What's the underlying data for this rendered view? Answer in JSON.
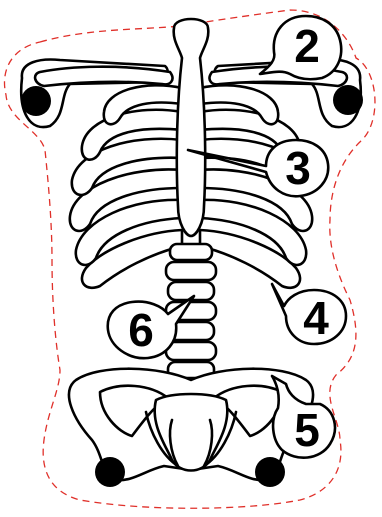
{
  "diagram": {
    "outline_color": "#000000",
    "cut_line_color": "#e0302a",
    "fill_color": "#ffffff",
    "callouts": [
      {
        "id": "collarbone",
        "label": "2"
      },
      {
        "id": "sternum",
        "label": "3"
      },
      {
        "id": "ribs",
        "label": "4"
      },
      {
        "id": "pelvis",
        "label": "5"
      },
      {
        "id": "spine",
        "label": "6"
      }
    ],
    "mount_holes": 4
  }
}
